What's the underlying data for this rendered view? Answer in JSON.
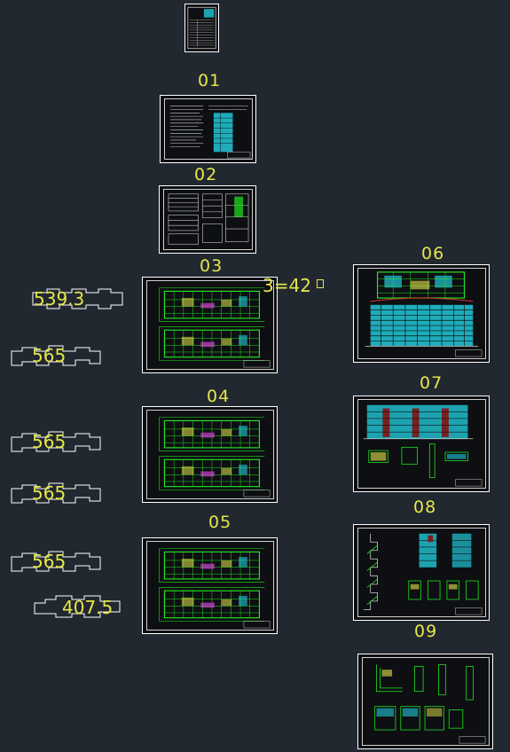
{
  "canvas": {
    "background": "#212830",
    "accent": "#e6e64a"
  },
  "sheet_labels": [
    "01",
    "02",
    "03",
    "04",
    "05",
    "06",
    "07",
    "08",
    "09"
  ],
  "area_labels": [
    "539.3",
    "565",
    "565",
    "565",
    "565",
    "407.5"
  ],
  "annotation": "3=42",
  "colors": {
    "green": "#22e622",
    "cyan": "#22c8d8",
    "yellow": "#e6e64a",
    "magenta": "#d040d0",
    "white": "#ffffff",
    "red": "#e03030"
  }
}
